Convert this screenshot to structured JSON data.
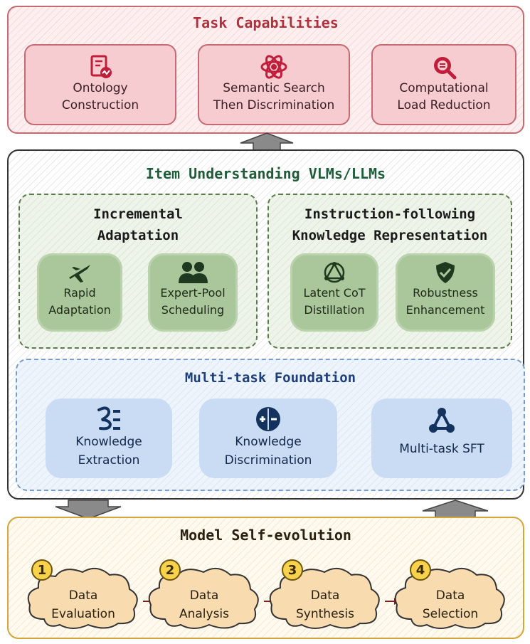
{
  "task_capabilities": {
    "title": "Task Capabilities",
    "items": [
      {
        "icon": "document-chart-icon",
        "line1": "Ontology",
        "line2": "Construction"
      },
      {
        "icon": "atom-icon",
        "line1": "Semantic Search",
        "line2": "Then Discrimination"
      },
      {
        "icon": "search-doc-icon",
        "line1": "Computational",
        "line2": "Load Reduction"
      }
    ],
    "colors": {
      "border": "#c46a72",
      "title": "#b0303c",
      "card": "#f6ccd0"
    }
  },
  "item_understanding": {
    "title": "Item Understanding VLMs/LLMs",
    "incremental": {
      "title_line1": "Incremental",
      "title_line2": "Adaptation",
      "items": [
        {
          "icon": "airplane-icon",
          "line1": "Rapid",
          "line2": "Adaptation"
        },
        {
          "icon": "people-icon",
          "line1": "Expert-Pool",
          "line2": "Scheduling"
        }
      ]
    },
    "instruction": {
      "title_line1": "Instruction-following",
      "title_line2": "Knowledge Representation",
      "items": [
        {
          "icon": "network-triangle-icon",
          "line1": "Latent CoT",
          "line2": "Distillation"
        },
        {
          "icon": "shield-check-icon",
          "line1": "Robustness",
          "line2": "Enhancement"
        }
      ]
    },
    "foundation": {
      "title": "Multi-task Foundation",
      "items": [
        {
          "icon": "extraction-icon",
          "line1": "Knowledge",
          "line2": "Extraction"
        },
        {
          "icon": "plus-minus-icon",
          "line1": "Knowledge",
          "line2": "Discrimination"
        },
        {
          "icon": "graph-nodes-icon",
          "line1": "Multi-task SFT",
          "line2": ""
        }
      ]
    },
    "colors": {
      "title": "#1f5c3a",
      "green": "#a9c79a",
      "blue": "#c9dcf3",
      "blue_title": "#1f3f7a"
    }
  },
  "self_evolution": {
    "title": "Model Self-evolution",
    "steps": [
      {
        "num": "1",
        "line1": "Data",
        "line2": "Evaluation"
      },
      {
        "num": "2",
        "line1": "Data",
        "line2": "Analysis"
      },
      {
        "num": "3",
        "line1": "Data",
        "line2": "Synthesis"
      },
      {
        "num": "4",
        "line1": "Data",
        "line2": "Selection"
      }
    ],
    "colors": {
      "border": "#d2a63a",
      "cloud": "#f8dcb0",
      "badge": "#f7d24a"
    }
  }
}
